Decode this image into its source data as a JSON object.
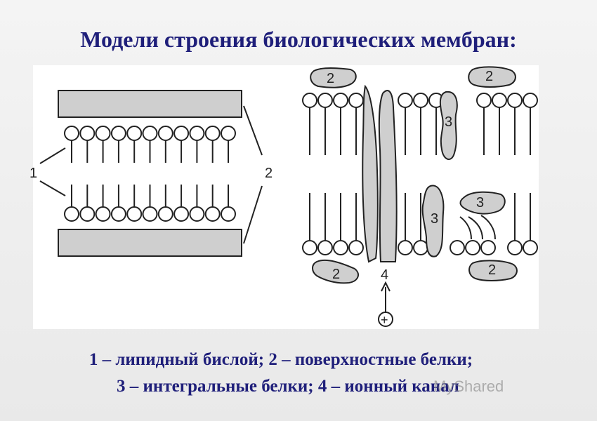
{
  "title": "Модели строения биологических мембран:",
  "labels": {
    "lipid_bilayer_marker": "1",
    "surface_protein_marker": "2",
    "integral_protein_marker": "3",
    "ion_channel_marker": "4",
    "plus_sign": "+"
  },
  "caption": {
    "line1": "1 – липидный бислой; 2 – поверхностные белки;",
    "line2": "3 – интегральные белки; 4 – ионный канал"
  },
  "watermark": "MyShared",
  "colors": {
    "title": "#1f1f7a",
    "protein_fill": "#cfcfcf",
    "line": "#222222"
  }
}
